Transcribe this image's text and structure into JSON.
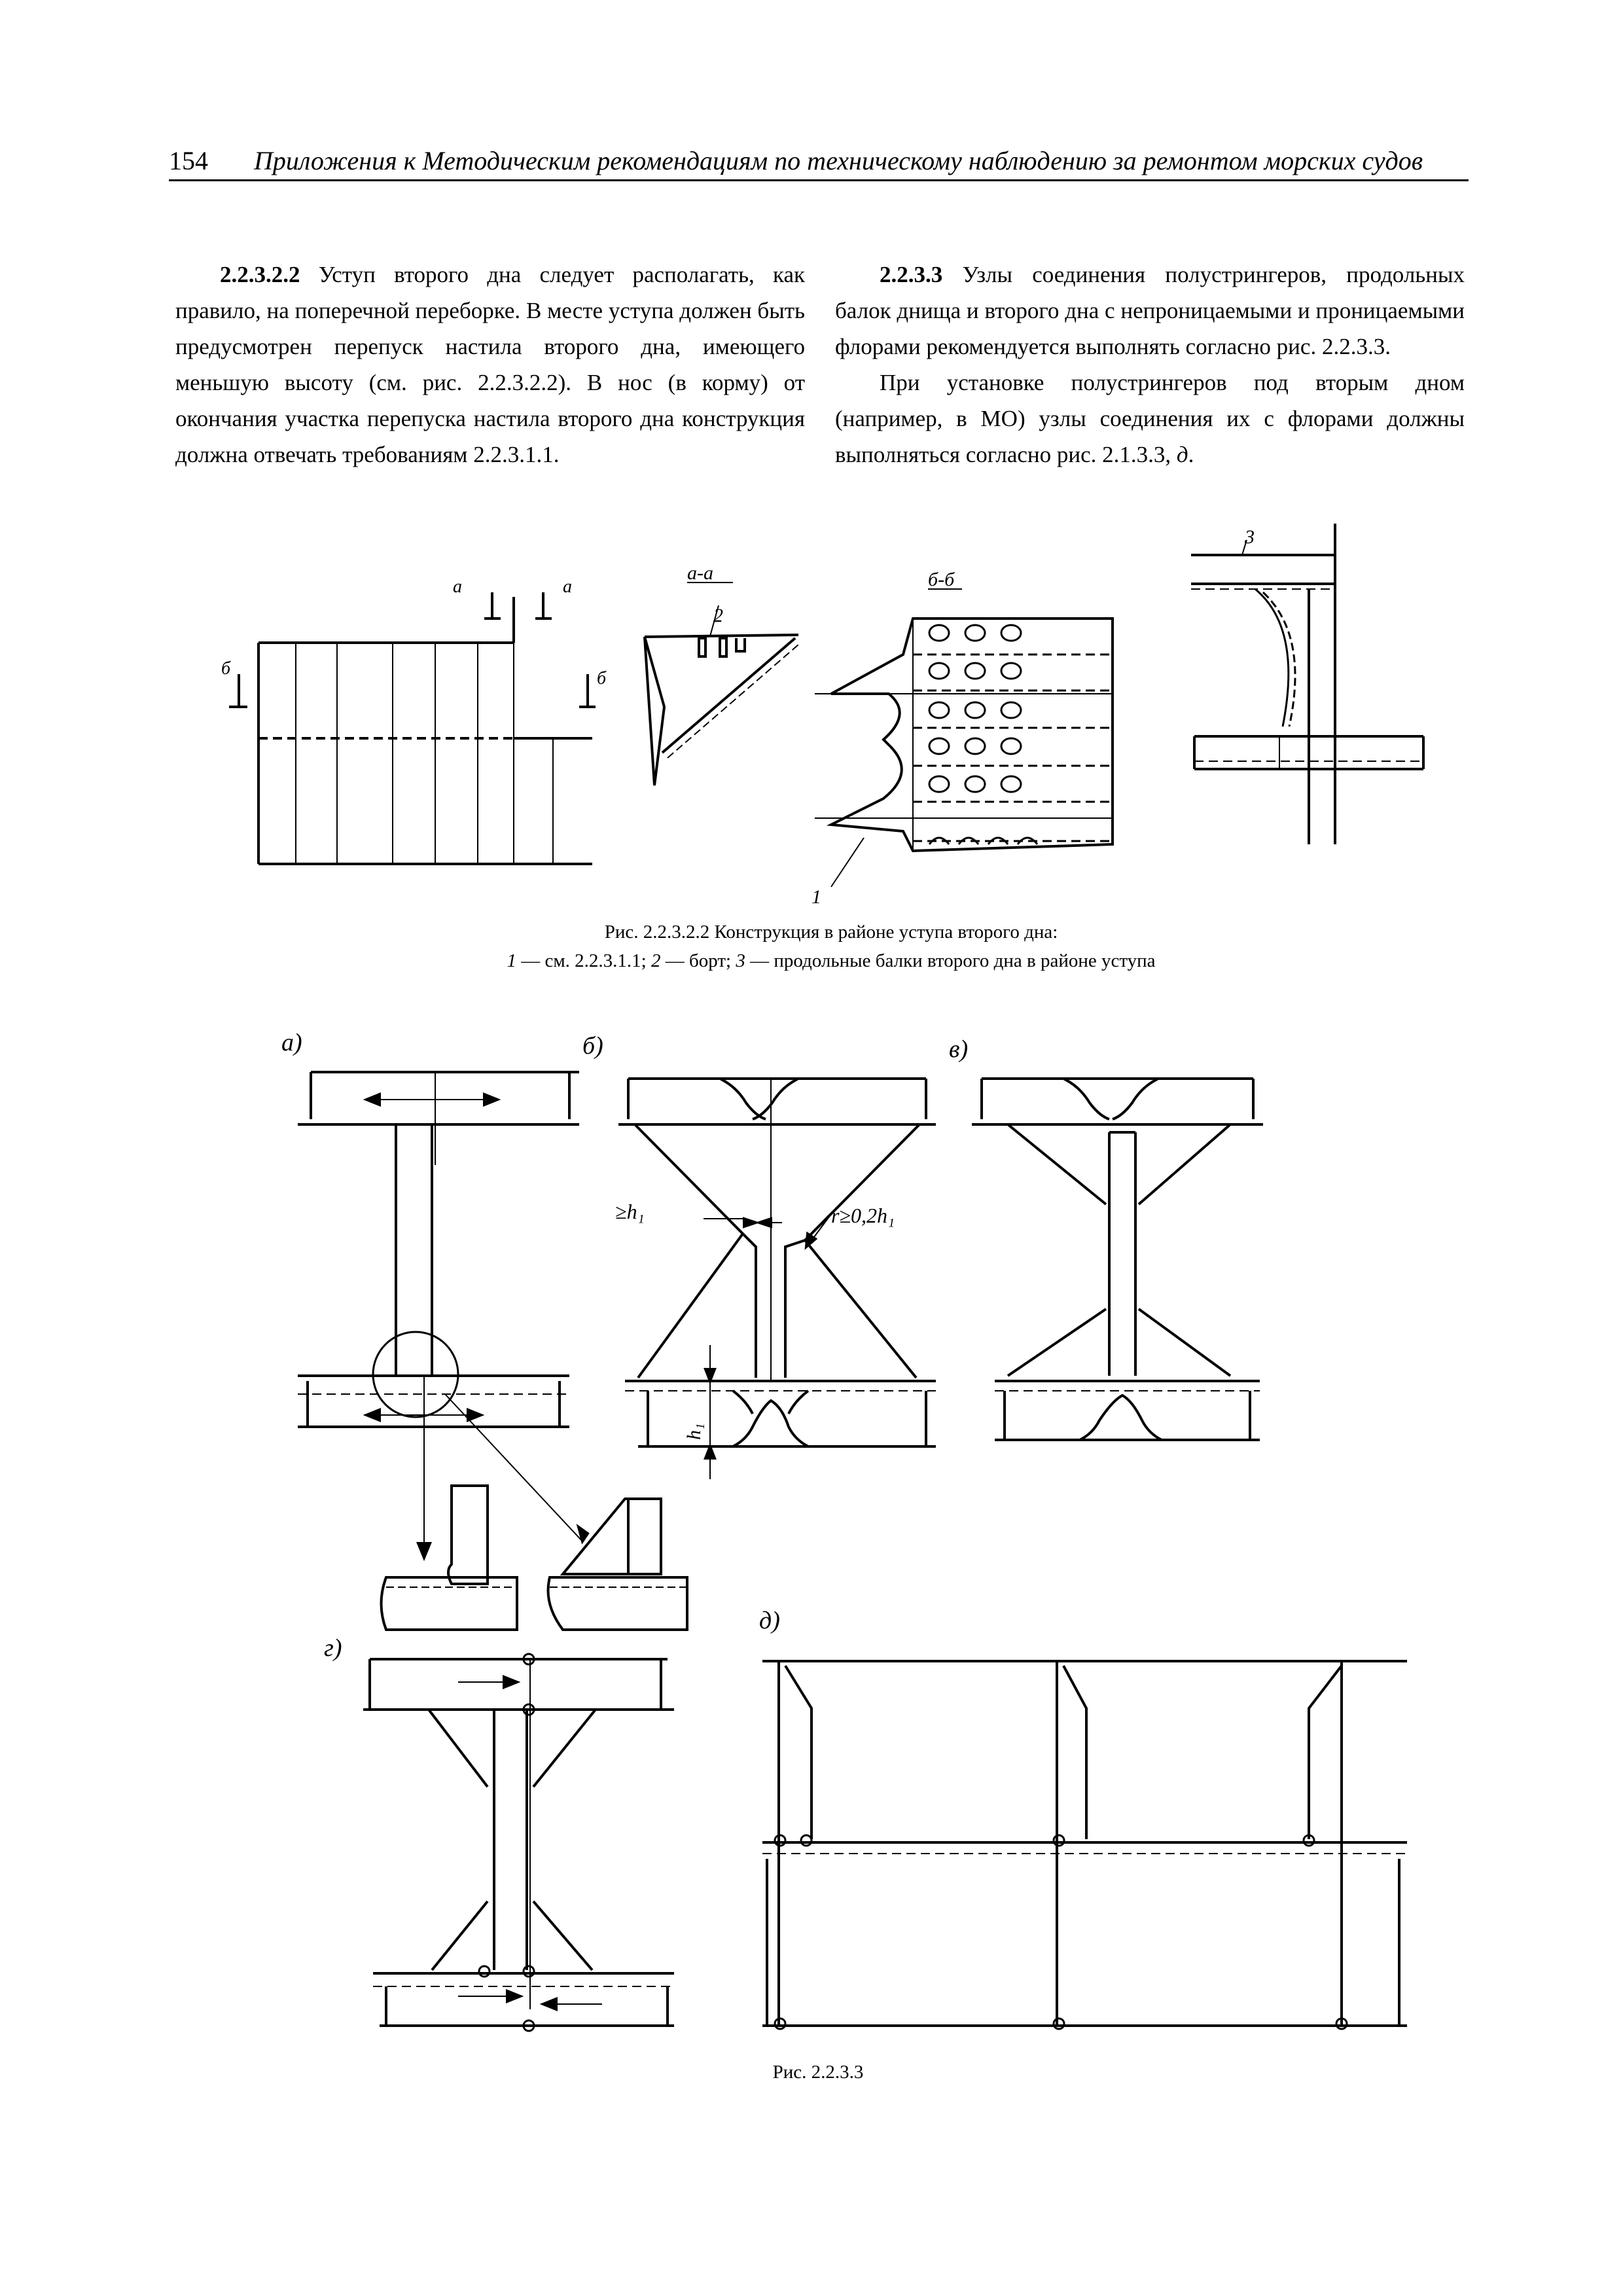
{
  "header": {
    "page_number": "154",
    "running_title": "Приложения к Методическим рекомендациям по техническому наблюдению за ремонтом морских судов"
  },
  "left_column": {
    "p1_num": "2.2.3.2.2",
    "p1_text": " Уступ второго дна следует располагать, как правило, на поперечной переборке. В месте уступа должен быть предусмотрен перепуск настила второго дна, имеющего меньшую высоту (см. рис. 2.2.3.2.2). В нос (в корму) от окончания участка перепуска настила второго дна конструкция должна отвечать требованиям 2.2.3.1.1."
  },
  "right_column": {
    "p1_num": "2.2.3.3",
    "p1_text": " Узлы соединения полустрингеров, продольных балок днища и второго дна с непроницаемыми и проницаемыми флорами рекомендуется выполнять согласно рис. 2.2.3.3.",
    "p2_text": "При установке полустрингеров под вторым дном (например, в МО) узлы соединения их с флорами должны выполняться согласно рис. 2.1.3.3, ",
    "p2_italic": "д",
    "p2_end": "."
  },
  "figure1": {
    "labels": {
      "a": "а",
      "b": "б",
      "section_aa": "а-а",
      "section_bb": "б-б",
      "n1": "1",
      "n2": "2",
      "n3": "3"
    },
    "caption_line1": "Рис. 2.2.3.2.2 Конструкция в районе уступа второго дна:",
    "caption_n1": "1",
    "caption_t1": " — см. 2.2.3.1.1; ",
    "caption_n2": "2",
    "caption_t2": " — борт; ",
    "caption_n3": "3",
    "caption_t3": " — продольные балки второго дна в районе уступа"
  },
  "figure2": {
    "panel_labels": [
      "а)",
      "б)",
      "в)",
      "г)",
      "д)"
    ],
    "dim_h1": "≥h₁",
    "dim_r": "r≥0,2h₁",
    "dim_h1_vertical": "h₁",
    "caption": "Рис. 2.2.3.3"
  }
}
